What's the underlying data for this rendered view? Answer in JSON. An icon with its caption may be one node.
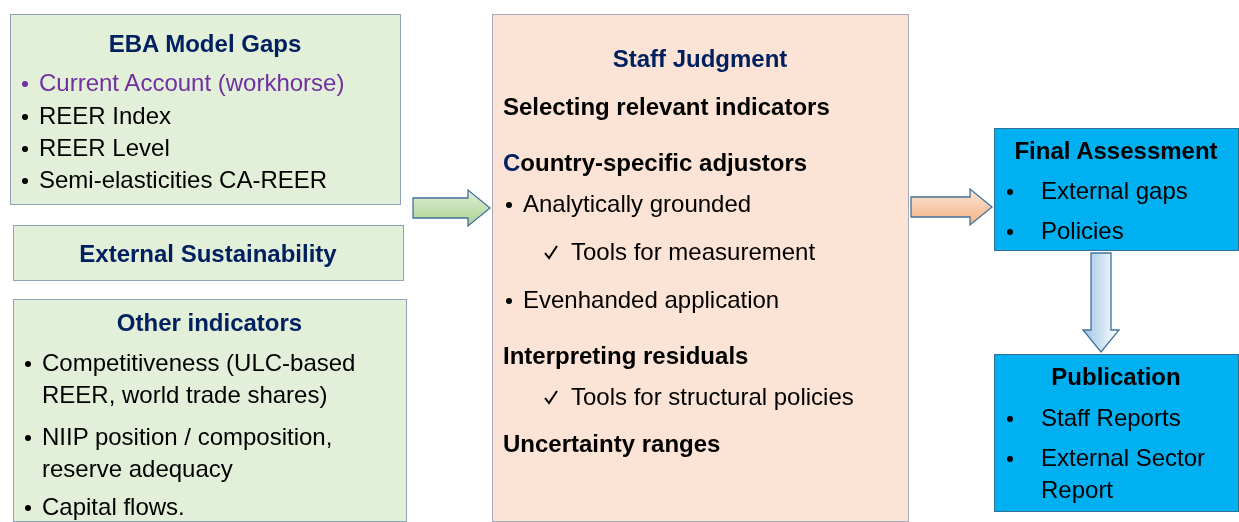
{
  "diagram": {
    "nodes": [
      {
        "text": [
          "EBA Model Gaps",
          "Current Account (workhorse)",
          "REER Index",
          "REER Level",
          "Semi-elasticities CA-REER"
        ]
      },
      {
        "text": [
          "External Sustainability"
        ]
      },
      {
        "text": [
          "Other indicators",
          "Competitiveness (ULC-based REER, world trade shares)",
          "NIIP position / composition, reserve adequacy",
          "Capital flows."
        ]
      },
      {
        "text": [
          "Staff Judgment",
          "Selecting relevant indicators",
          "Country-specific adjustors",
          "Analytically grounded",
          "Tools for measurement",
          "Evenhanded application",
          "Interpreting residuals",
          "Tools for structural policies",
          "Uncertainty ranges"
        ]
      },
      {
        "text": [
          "Final Assessment",
          "External gaps",
          "Policies"
        ]
      },
      {
        "text": [
          "Publication",
          "Staff Reports",
          "External Sector Report"
        ]
      }
    ],
    "edges": [
      {
        "from": null,
        "to": 3,
        "arrow": "to"
      },
      {
        "from": 3,
        "to": 4,
        "arrow": "to"
      },
      {
        "from": 4,
        "to": 5,
        "arrow": "to"
      }
    ]
  }
}
